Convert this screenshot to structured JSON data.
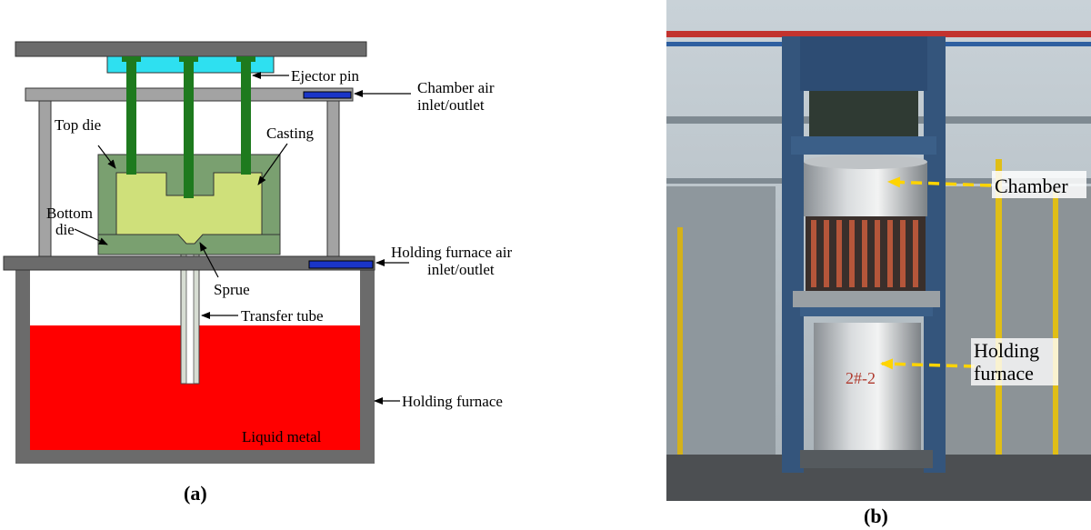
{
  "panel_a": {
    "caption": "(a)",
    "labels": {
      "ejector_pin": "Ejector pin",
      "chamber_air_1": "Chamber air",
      "chamber_air_2": "inlet/outlet",
      "top_die": "Top die",
      "casting": "Casting",
      "bottom_die_1": "Bottom",
      "bottom_die_2": "die",
      "holding_air_1": "Holding furnace air",
      "holding_air_2": "inlet/outlet",
      "sprue": "Sprue",
      "transfer_tube": "Transfer tube",
      "holding_furnace": "Holding furnace",
      "liquid_metal": "Liquid metal"
    },
    "colors": {
      "plate": "#6b6b6b",
      "frame": "#a3a3a3",
      "ejector_plate": "#2ee0f0",
      "ejector_pin": "#1e7a1e",
      "die": "#7aa070",
      "casting": "#cfe07a",
      "air_inlet": "#1a35c8",
      "liquid_metal": "#ff0000",
      "transfer_tube": "#d7ddd3"
    }
  },
  "panel_b": {
    "caption": "(b)",
    "labels": {
      "chamber": "Chamber",
      "holding_1": "Holding",
      "holding_2": "furnace"
    },
    "colors": {
      "arrow": "#ffd400"
    }
  }
}
